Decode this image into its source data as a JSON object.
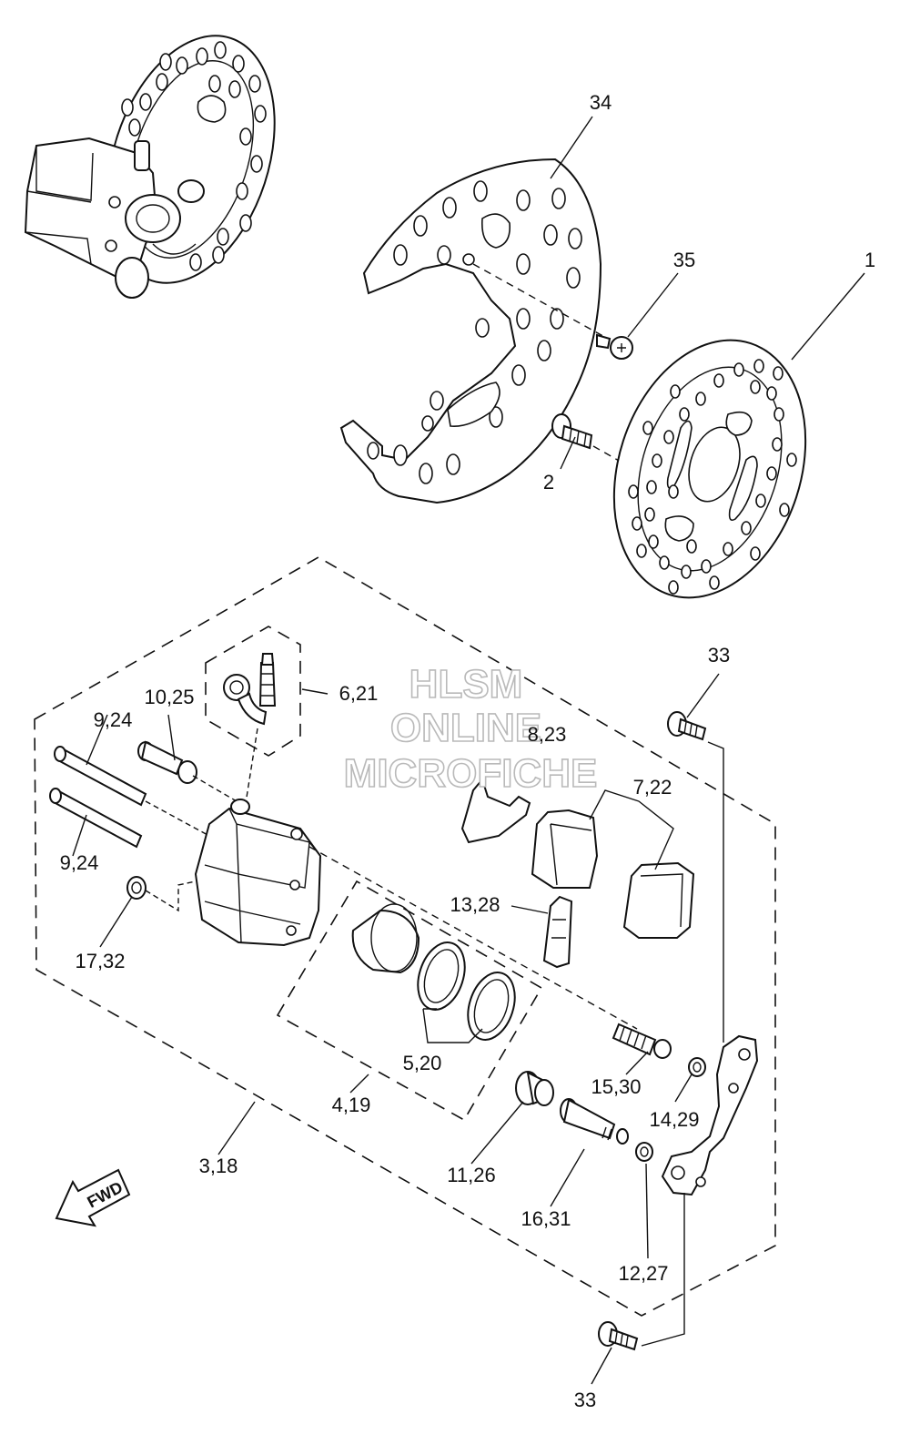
{
  "watermark": {
    "line1": "HLSM",
    "line2": "ONLINE",
    "line3": "MICROFICHE"
  },
  "fwd_label": "FWD",
  "labels": {
    "l34": "34",
    "l35": "35",
    "l1": "1",
    "l2": "2",
    "l33_top": "33",
    "l6_21": "6,21",
    "l10_25": "10,25",
    "l9_24_a": "9,24",
    "l9_24_b": "9,24",
    "l8_23": "8,23",
    "l7_22": "7,22",
    "l13_28": "13,28",
    "l17_32": "17,32",
    "l5_20": "5,20",
    "l15_30": "15,30",
    "l14_29": "14,29",
    "l4_19": "4,19",
    "l3_18": "3,18",
    "l11_26": "11,26",
    "l16_31": "16,31",
    "l12_27": "12,27",
    "l33_bottom": "33"
  }
}
